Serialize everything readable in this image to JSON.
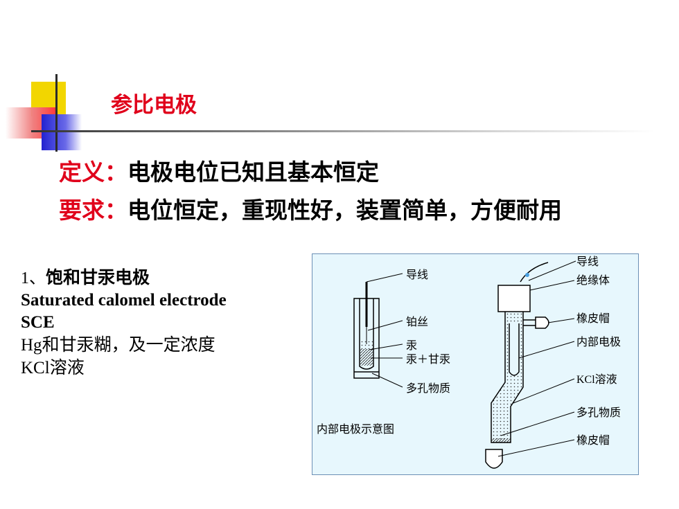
{
  "slide": {
    "title": "参比电极",
    "definition_label": "定义：",
    "definition_text": "电极电位已知且基本恒定",
    "requirement_label": "要求：",
    "requirement_text": "电位恒定，重现性好，装置简单，方便耐用",
    "colors": {
      "accent_red": "#e0001b",
      "accent_yellow": "#f2d600",
      "accent_blue": "#2222d0"
    }
  },
  "electrode": {
    "number": "1、",
    "heading": "饱和甘汞电极",
    "english_name": "Saturated calomel electrode",
    "abbr": "SCE",
    "desc_hg": "Hg",
    "desc_rest": "和甘汞糊，及一定浓度",
    "desc_kcl": "KCl",
    "desc_kcl_rest": "溶液"
  },
  "figure": {
    "inner_labels": [
      "导线",
      "铂丝",
      "汞",
      "汞＋甘汞",
      "多孔物质"
    ],
    "inner_caption": "内部电极示意图",
    "outer_labels": [
      "导线",
      "绝缘体",
      "橡皮帽",
      "内部电极",
      "KCl溶液",
      "多孔物质",
      "橡皮帽"
    ]
  }
}
